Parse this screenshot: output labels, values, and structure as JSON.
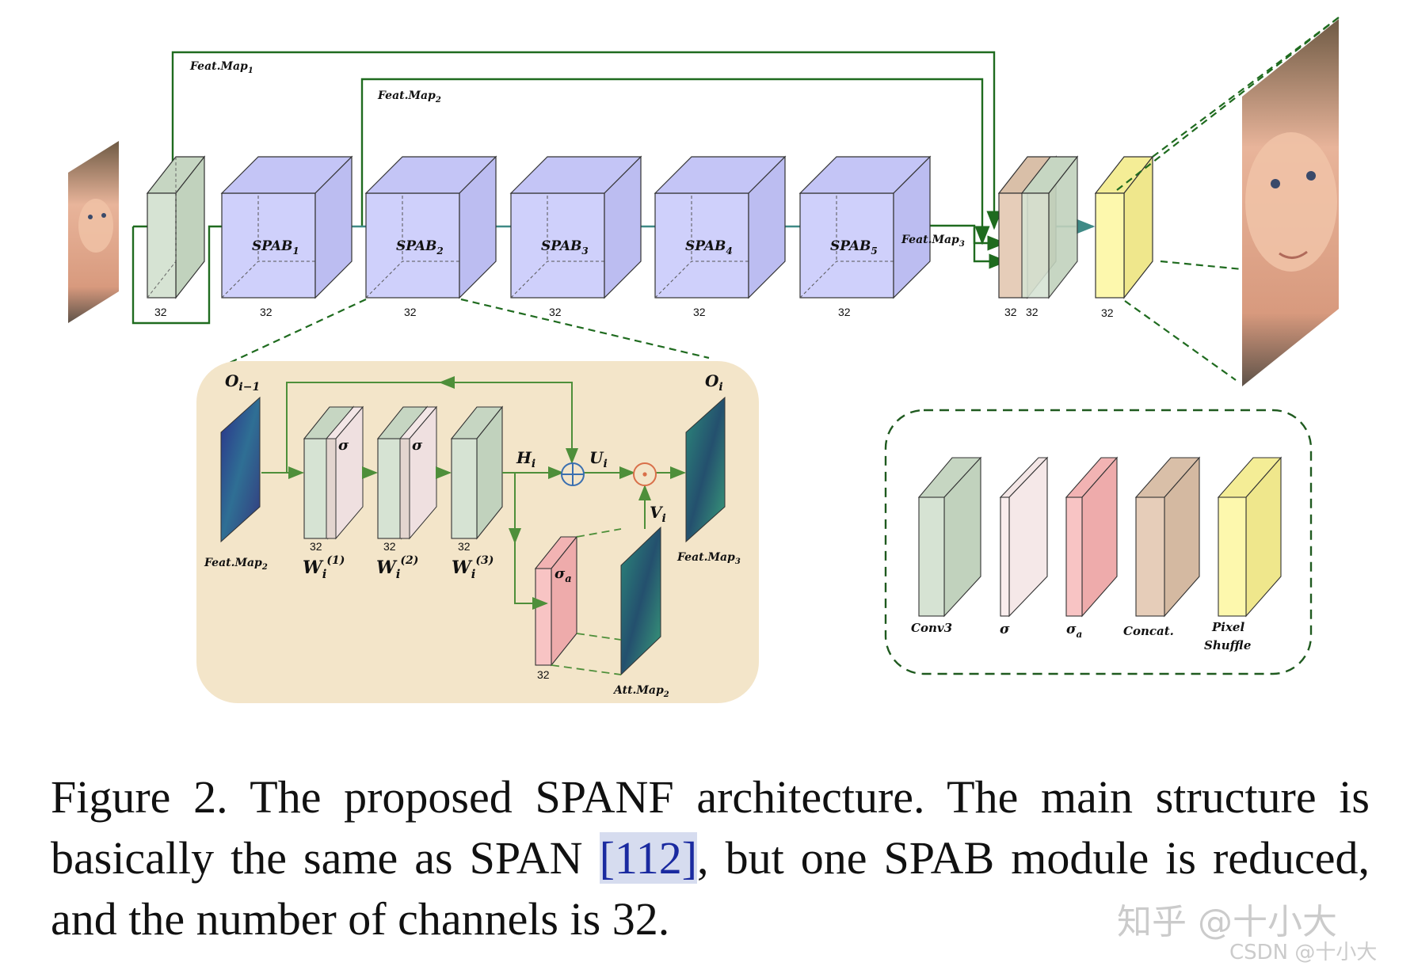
{
  "diagram": {
    "feat_map_1": "Feat.Map",
    "feat_map_1_sub": "1",
    "feat_map_2": "Feat.Map",
    "feat_map_2_sub": "2",
    "feat_map_3": "Feat.Map",
    "feat_map_3_sub": "3",
    "spab_prefix": "SPAB",
    "spab_subs": [
      "1",
      "2",
      "3",
      "4",
      "5"
    ],
    "channels": "32",
    "detail": {
      "o_prev": "O",
      "o_prev_sub": "i−1",
      "o_cur": "O",
      "o_cur_sub": "i",
      "sigma": "σ",
      "sigma_a": "σ",
      "sigma_a_sub": "a",
      "h": "H",
      "h_sub": "i",
      "u": "U",
      "u_sub": "i",
      "v": "V",
      "v_sub": "i",
      "w": "W",
      "w_sub": "i",
      "w_sups": [
        "(1)",
        "(2)",
        "(3)"
      ],
      "feat_map_in": "Feat.Map",
      "feat_map_in_sub": "2",
      "feat_map_out": "Feat.Map",
      "feat_map_out_sub": "3",
      "att_map": "Att.Map",
      "att_map_sub": "2"
    },
    "legend": {
      "conv3": "Conv3",
      "sigma": "σ",
      "sigma_a": "σ",
      "sigma_a_sub": "a",
      "concat": "Concat.",
      "pixel_shuffle_1": "Pixel",
      "pixel_shuffle_2": "Shuffle"
    },
    "colors": {
      "green_line": "#1f6b1f",
      "teal_arrow": "#3f8a86",
      "conv_fill": "#d6e3d3",
      "spab_fill": "#cfd0fb",
      "sigma_fill": "#f9eded",
      "sigma_a_fill": "#f8c4c4",
      "concat_fill": "#e6cdb9",
      "pixel_fill": "#fdf8ad",
      "detail_bg": "#f3e5c9"
    }
  },
  "caption": {
    "part1": "Figure 2. The proposed SPANF architecture. The main structure is basically the same as SPAN ",
    "cite": "[112]",
    "part2": ", but one SPAB module is reduced, and the number of channels is 32."
  },
  "watermark": {
    "zhihu": "知乎 @十小大",
    "csdn": "CSDN @十小大"
  }
}
